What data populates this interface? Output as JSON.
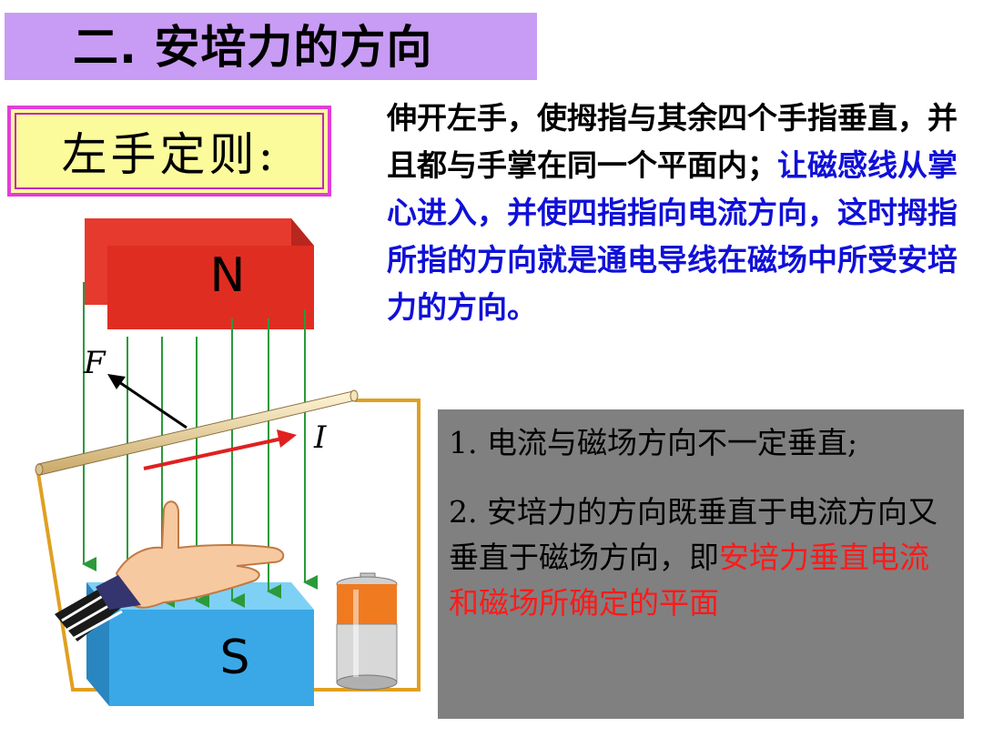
{
  "title": "二. 安培力的方向",
  "rule_label": "左手定则:",
  "description": {
    "plain": "伸开左手，使拇指与其余四个手指垂直，并且都与手掌在同一个平面内；",
    "highlight": "让磁感线从掌心进入，并使四指指向电流方向，这时拇指所指的方向就是通电导线在磁场中所受安培力的方向。"
  },
  "notes": {
    "item1": "1. 电流与磁场方向不一定垂直;",
    "item2_plain": "2. 安培力的方向既垂直于电流方向又垂直于磁场方向，即",
    "item2_highlight": "安培力垂直电流和磁场所确定的平面"
  },
  "diagram": {
    "north_label": "N",
    "south_label": "S",
    "force_label": "F",
    "current_label": "I"
  },
  "colors": {
    "title_bg": "#c89cf4",
    "rule_bg": "#fbfb9c",
    "rule_border": "#e23ed8",
    "blue_text": "#1010d8",
    "red_text": "#ff1a1a",
    "notes_bg": "#808080",
    "north_magnet": "#e63a2e",
    "south_magnet": "#3aa8e6",
    "field_lines": "#2a9a3a"
  }
}
